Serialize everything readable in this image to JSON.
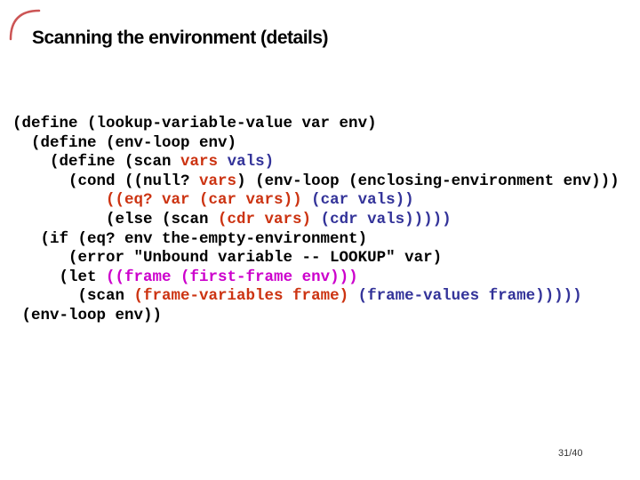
{
  "slide": {
    "title": "Scanning the environment (details)",
    "page_number": "31/40",
    "colors": {
      "black": "#000000",
      "red": "#cc3311",
      "blue": "#333399",
      "magenta": "#cc00cc",
      "frame_red": "#cc5555"
    },
    "code_lines": [
      [
        {
          "t": "(define (lookup-variable-value var env)",
          "c": "black"
        }
      ],
      [
        {
          "t": "  (define (env-loop env)",
          "c": "black"
        }
      ],
      [
        {
          "t": "    (define (scan ",
          "c": "black"
        },
        {
          "t": "vars",
          "c": "red"
        },
        {
          "t": " ",
          "c": "black"
        },
        {
          "t": "vals)",
          "c": "blue"
        }
      ],
      [
        {
          "t": "      (cond ((null? ",
          "c": "black"
        },
        {
          "t": "vars",
          "c": "red"
        },
        {
          "t": ") (env-loop (enclosing-environment env)))",
          "c": "black"
        }
      ],
      [
        {
          "t": "          ",
          "c": "black"
        },
        {
          "t": "((eq? var (car vars))",
          "c": "red"
        },
        {
          "t": " ",
          "c": "black"
        },
        {
          "t": "(car vals))",
          "c": "blue"
        }
      ],
      [
        {
          "t": "          (else (scan ",
          "c": "black"
        },
        {
          "t": "(cdr vars)",
          "c": "red"
        },
        {
          "t": " ",
          "c": "black"
        },
        {
          "t": "(cdr vals)))))",
          "c": "blue"
        }
      ],
      [
        {
          "t": "   (if (eq? env the-empty-environment)",
          "c": "black"
        }
      ],
      [
        {
          "t": "      (error \"Unbound variable -- LOOKUP\" var)",
          "c": "black"
        }
      ],
      [
        {
          "t": "     (let ",
          "c": "black"
        },
        {
          "t": "((frame (first-frame env)))",
          "c": "magenta"
        }
      ],
      [
        {
          "t": "       (scan ",
          "c": "black"
        },
        {
          "t": "(frame-variables frame)",
          "c": "red"
        },
        {
          "t": " ",
          "c": "black"
        },
        {
          "t": "(frame-values frame)))))",
          "c": "blue"
        }
      ],
      [
        {
          "t": " (env-loop env))",
          "c": "black"
        }
      ]
    ]
  }
}
